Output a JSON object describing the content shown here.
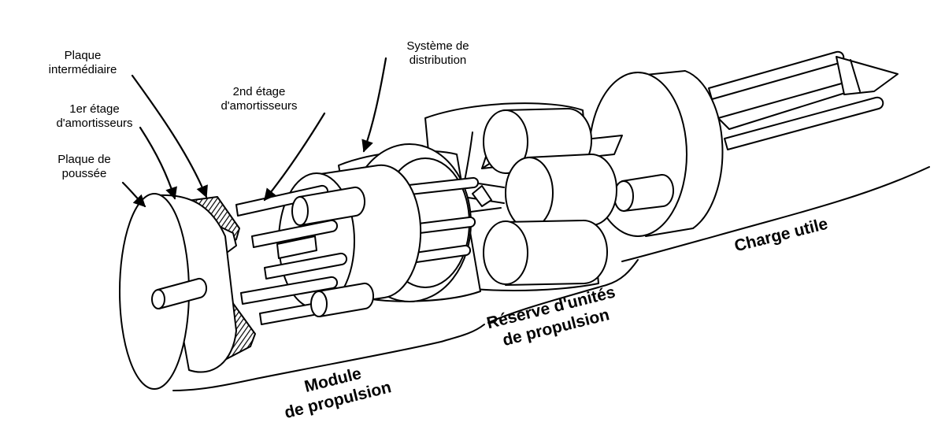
{
  "labels": {
    "plaque_intermediaire": [
      "Plaque",
      "intermédiaire"
    ],
    "premier_etage": [
      "1er étage",
      "d'amortisseurs"
    ],
    "plaque_poussee": [
      "Plaque de",
      "poussée"
    ],
    "second_etage": [
      "2nd étage",
      "d'amortisseurs"
    ],
    "systeme_distribution": [
      "Système de",
      "distribution"
    ]
  },
  "sections": {
    "module_propulsion": [
      "Module",
      "de propulsion"
    ],
    "reserve_unites": [
      "Réserve d'unités",
      "de propulsion"
    ],
    "charge_utile": "Charge utile"
  },
  "colors": {
    "ink": "#000000",
    "paper": "#ffffff",
    "shade": "#dddddd"
  }
}
